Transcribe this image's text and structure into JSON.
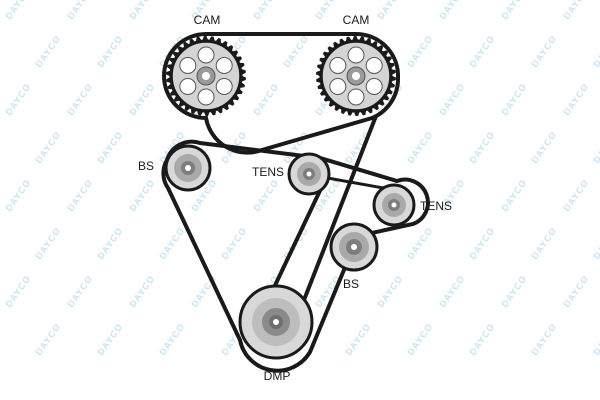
{
  "colors": {
    "belt": "#1a1a1a",
    "gear_fill": "#d4d4d4",
    "pulley_outer": "#d8d8d8",
    "pulley_mid": "#a9a9a9",
    "pulley_inner": "#7d7d7d",
    "hub": "#ffffff",
    "watermark": "#c7e3ef"
  },
  "watermark": {
    "text": "DAYCO"
  },
  "components": {
    "cam_left": {
      "label": "CAM"
    },
    "cam_right": {
      "label": "CAM"
    },
    "bs_upper": {
      "label": "BS"
    },
    "tens_upper": {
      "label": "TENS"
    },
    "tens_right": {
      "label": "TENS"
    },
    "bs_lower": {
      "label": "BS"
    },
    "dmp": {
      "label": "DMP"
    }
  }
}
